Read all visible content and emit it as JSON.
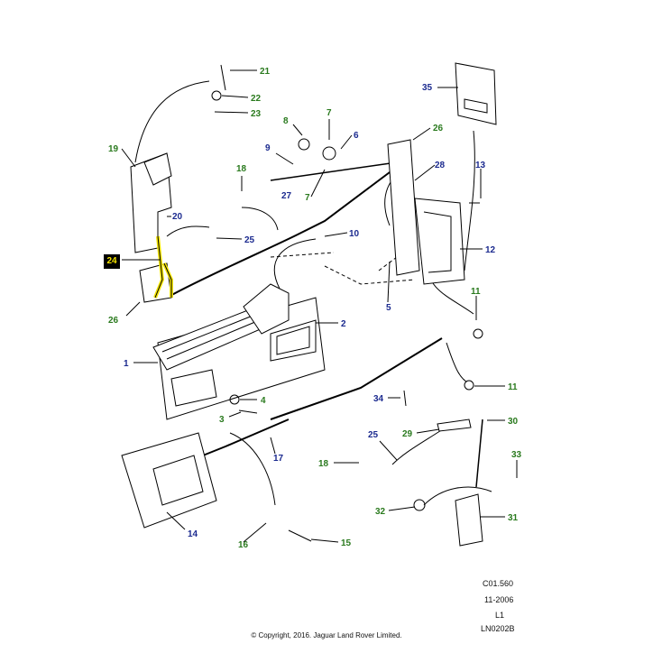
{
  "colors": {
    "callout_green": "#2a7a1e",
    "callout_blue": "#1b2a8f",
    "highlight": "#f5e500",
    "line": "#000000"
  },
  "callouts": [
    {
      "id": "c21",
      "num": "21",
      "color": "green"
    },
    {
      "id": "c22",
      "num": "22",
      "color": "green"
    },
    {
      "id": "c23",
      "num": "23",
      "color": "green"
    },
    {
      "id": "c19",
      "num": "19",
      "color": "green"
    },
    {
      "id": "c20",
      "num": "20",
      "color": "blue"
    },
    {
      "id": "c25a",
      "num": "25",
      "color": "blue"
    },
    {
      "id": "c26a",
      "num": "26",
      "color": "green"
    },
    {
      "id": "c18a",
      "num": "18",
      "color": "green"
    },
    {
      "id": "c27",
      "num": "27",
      "color": "blue"
    },
    {
      "id": "c7a",
      "num": "7",
      "color": "green"
    },
    {
      "id": "c8",
      "num": "8",
      "color": "green"
    },
    {
      "id": "c9",
      "num": "9",
      "color": "blue"
    },
    {
      "id": "c7b",
      "num": "7",
      "color": "green"
    },
    {
      "id": "c6",
      "num": "6",
      "color": "blue"
    },
    {
      "id": "c35",
      "num": "35",
      "color": "blue"
    },
    {
      "id": "c26b",
      "num": "26",
      "color": "green"
    },
    {
      "id": "c28",
      "num": "28",
      "color": "blue"
    },
    {
      "id": "c13",
      "num": "13",
      "color": "blue"
    },
    {
      "id": "c10",
      "num": "10",
      "color": "blue"
    },
    {
      "id": "c12",
      "num": "12",
      "color": "blue"
    },
    {
      "id": "c5",
      "num": "5",
      "color": "blue"
    },
    {
      "id": "c11a",
      "num": "11",
      "color": "green"
    },
    {
      "id": "c2",
      "num": "2",
      "color": "blue"
    },
    {
      "id": "c1",
      "num": "1",
      "color": "blue"
    },
    {
      "id": "c4",
      "num": "4",
      "color": "green"
    },
    {
      "id": "c3",
      "num": "3",
      "color": "green"
    },
    {
      "id": "c11b",
      "num": "11",
      "color": "green"
    },
    {
      "id": "c34",
      "num": "34",
      "color": "blue"
    },
    {
      "id": "c30",
      "num": "30",
      "color": "green"
    },
    {
      "id": "c29",
      "num": "29",
      "color": "green"
    },
    {
      "id": "c17",
      "num": "17",
      "color": "blue"
    },
    {
      "id": "c18b",
      "num": "18",
      "color": "green"
    },
    {
      "id": "c25b",
      "num": "25",
      "color": "blue"
    },
    {
      "id": "c33",
      "num": "33",
      "color": "green"
    },
    {
      "id": "c14",
      "num": "14",
      "color": "blue"
    },
    {
      "id": "c32",
      "num": "32",
      "color": "green"
    },
    {
      "id": "c31",
      "num": "31",
      "color": "green"
    },
    {
      "id": "c16",
      "num": "16",
      "color": "green"
    },
    {
      "id": "c15",
      "num": "15",
      "color": "green"
    }
  ],
  "highlight_label": "24",
  "meta": {
    "ref": "C01.560",
    "date": "11-2006",
    "level": "L1",
    "code": "LN0202B",
    "copyright": "© Copyright, 2016. Jaguar Land Rover Limited."
  }
}
